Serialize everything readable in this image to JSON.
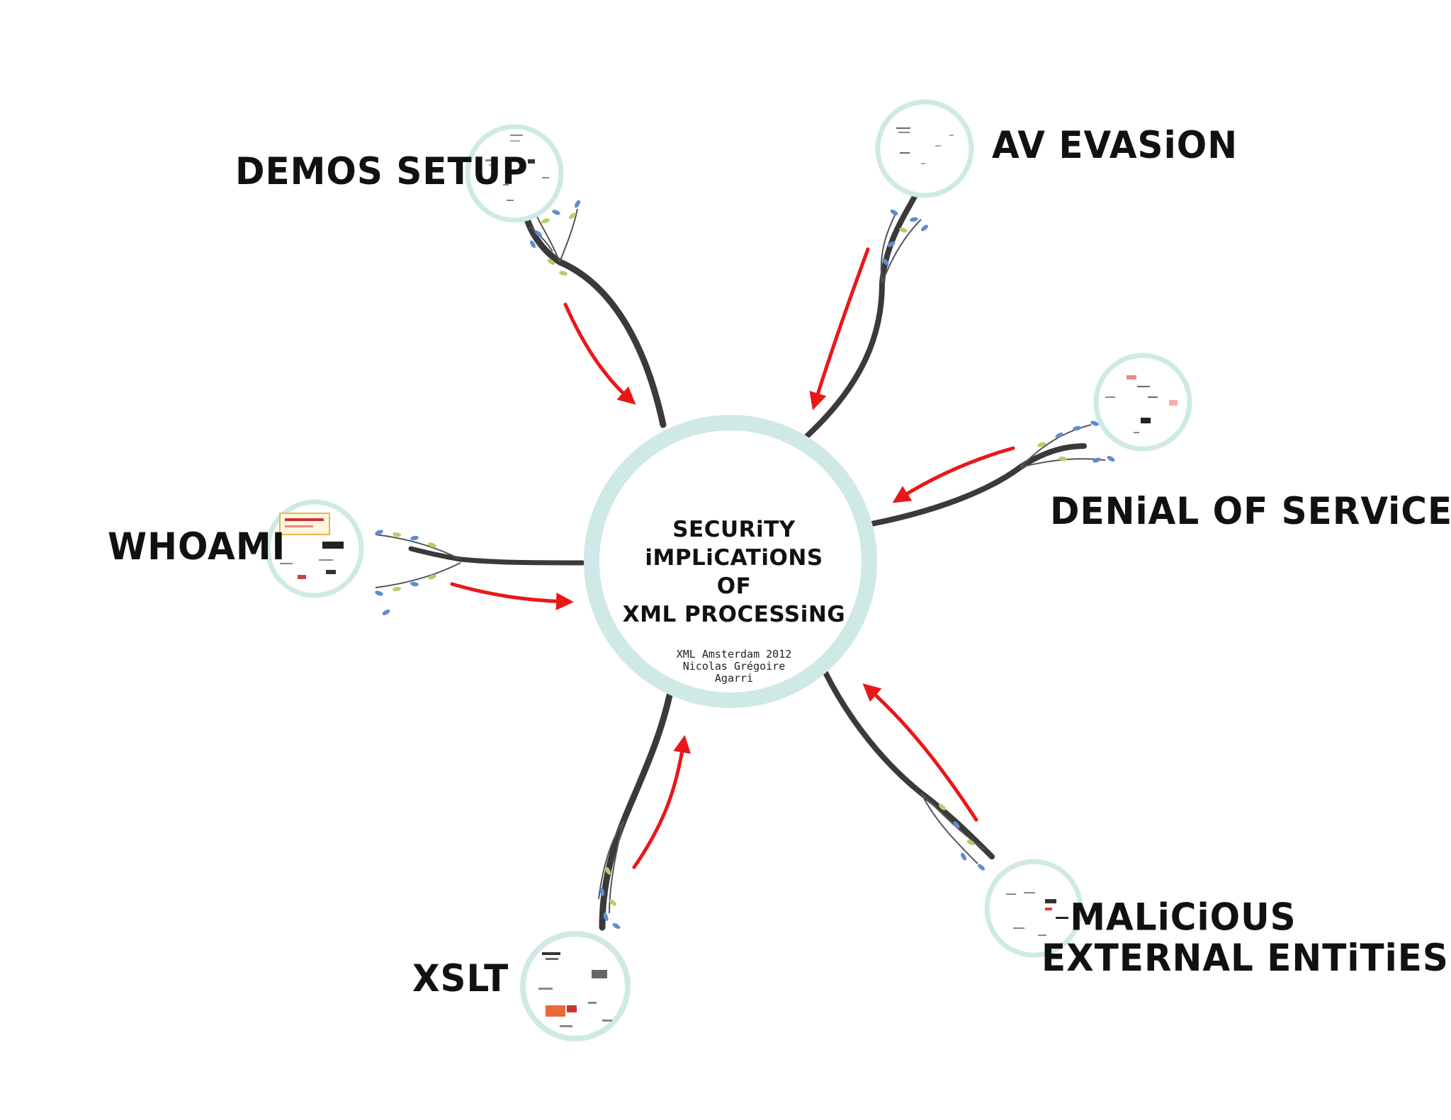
{
  "center": {
    "title_lines": [
      "SECURiTY iMPLiCATiONS",
      "OF",
      "XML PROCESSiNG"
    ],
    "subtitle_lines": [
      "XML Amsterdam 2012",
      "Nicolas Grégoire",
      "Agarri"
    ]
  },
  "topics": {
    "demos_setup": "DEMOS SETUP",
    "av_evasion": "AV EVASiON",
    "denial_of_service": "DENiAL OF SERViCE",
    "whoami": "WHOAMI",
    "xslt": "XSLT",
    "malicious_line1": "MALiCiOUS",
    "malicious_line2": "EXTERNAL ENTiTiES"
  },
  "colors": {
    "ring": "#cfe9e6",
    "branch": "#3a3a3a",
    "arrow": "#e81818",
    "leaf_blue": "#5b8fd0",
    "leaf_green": "#b5cf6b"
  }
}
